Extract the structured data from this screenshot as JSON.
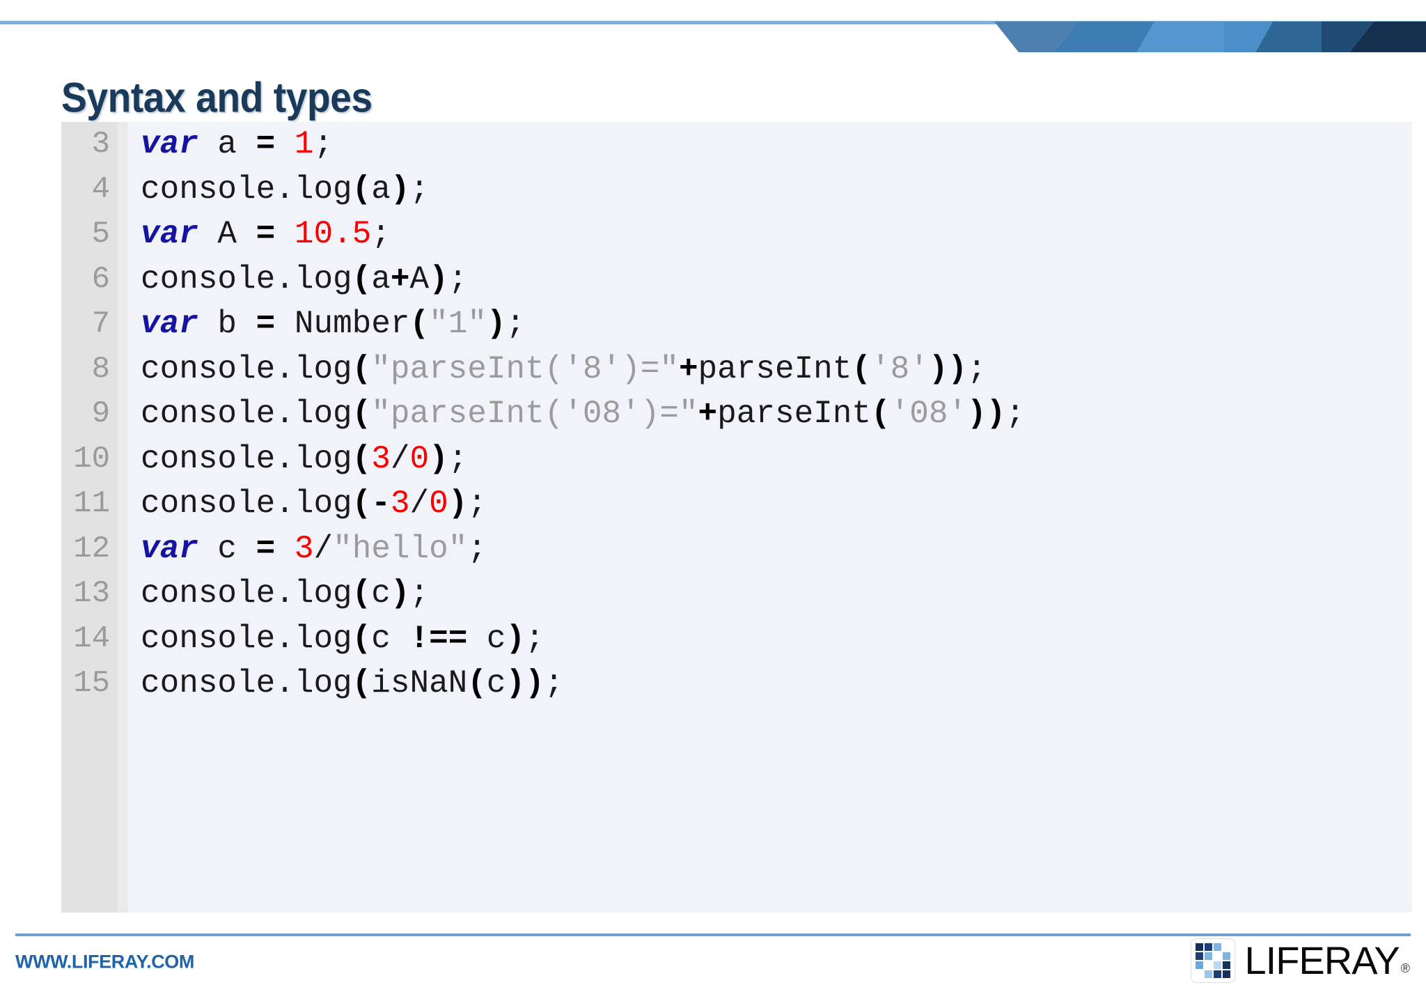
{
  "slide": {
    "title": "Syntax and types"
  },
  "decoration": {
    "top_rule_color": "#7eb0dd",
    "facets": [
      "#4d7fae",
      "#3f7cb4",
      "#5596d1",
      "#4a8fca",
      "#2e6795",
      "#1e4a73",
      "#15304e"
    ]
  },
  "code": {
    "background": "#f2f2fb",
    "gutter_background": "#e2e2e2",
    "keyword_color": "#1414a0",
    "number_color": "#fc0000",
    "string_color": "#9b9b9b",
    "operator_color": "#000000",
    "line_numbers": [
      "3",
      "4",
      "5",
      "6",
      "7",
      "8",
      "9",
      "10",
      "11",
      "12",
      "13",
      "14",
      "15"
    ],
    "lines": [
      {
        "number": "3",
        "text": "var a = 1;",
        "tokens": [
          {
            "t": "var",
            "k": "kw"
          },
          {
            "t": " a ",
            "k": "pl"
          },
          {
            "t": "=",
            "k": "op"
          },
          {
            "t": " ",
            "k": "pl"
          },
          {
            "t": "1",
            "k": "num"
          },
          {
            "t": ";",
            "k": "pl"
          }
        ]
      },
      {
        "number": "4",
        "text": "console.log(a);",
        "tokens": [
          {
            "t": "console.log",
            "k": "pl"
          },
          {
            "t": "(",
            "k": "op"
          },
          {
            "t": "a",
            "k": "pl"
          },
          {
            "t": ")",
            "k": "op"
          },
          {
            "t": ";",
            "k": "pl"
          }
        ]
      },
      {
        "number": "5",
        "text": "var A = 10.5;",
        "tokens": [
          {
            "t": "var",
            "k": "kw"
          },
          {
            "t": " A ",
            "k": "pl"
          },
          {
            "t": "=",
            "k": "op"
          },
          {
            "t": " ",
            "k": "pl"
          },
          {
            "t": "10.5",
            "k": "num"
          },
          {
            "t": ";",
            "k": "pl"
          }
        ]
      },
      {
        "number": "6",
        "text": "console.log(a+A);",
        "tokens": [
          {
            "t": "console.log",
            "k": "pl"
          },
          {
            "t": "(",
            "k": "op"
          },
          {
            "t": "a",
            "k": "pl"
          },
          {
            "t": "+",
            "k": "op"
          },
          {
            "t": "A",
            "k": "pl"
          },
          {
            "t": ")",
            "k": "op"
          },
          {
            "t": ";",
            "k": "pl"
          }
        ]
      },
      {
        "number": "7",
        "text": "var b = Number(\"1\");",
        "tokens": [
          {
            "t": "var",
            "k": "kw"
          },
          {
            "t": " b ",
            "k": "pl"
          },
          {
            "t": "=",
            "k": "op"
          },
          {
            "t": " Number",
            "k": "pl"
          },
          {
            "t": "(",
            "k": "op"
          },
          {
            "t": "\"1\"",
            "k": "str"
          },
          {
            "t": ")",
            "k": "op"
          },
          {
            "t": ";",
            "k": "pl"
          }
        ]
      },
      {
        "number": "8",
        "text": "console.log(\"parseInt('8')=\"+parseInt('8'));",
        "tokens": [
          {
            "t": "console.log",
            "k": "pl"
          },
          {
            "t": "(",
            "k": "op"
          },
          {
            "t": "\"parseInt('8')=\"",
            "k": "str"
          },
          {
            "t": "+",
            "k": "op"
          },
          {
            "t": "parseInt",
            "k": "pl"
          },
          {
            "t": "(",
            "k": "op"
          },
          {
            "t": "'8'",
            "k": "str"
          },
          {
            "t": "))",
            "k": "op"
          },
          {
            "t": ";",
            "k": "pl"
          }
        ]
      },
      {
        "number": "9",
        "text": "console.log(\"parseInt('08')=\"+parseInt('08'));",
        "tokens": [
          {
            "t": "console.log",
            "k": "pl"
          },
          {
            "t": "(",
            "k": "op"
          },
          {
            "t": "\"parseInt('08')=\"",
            "k": "str"
          },
          {
            "t": "+",
            "k": "op"
          },
          {
            "t": "parseInt",
            "k": "pl"
          },
          {
            "t": "(",
            "k": "op"
          },
          {
            "t": "'08'",
            "k": "str"
          },
          {
            "t": "))",
            "k": "op"
          },
          {
            "t": ";",
            "k": "pl"
          }
        ]
      },
      {
        "number": "10",
        "text": "console.log(3/0);",
        "tokens": [
          {
            "t": "console.log",
            "k": "pl"
          },
          {
            "t": "(",
            "k": "op"
          },
          {
            "t": "3",
            "k": "num"
          },
          {
            "t": "/",
            "k": "pl"
          },
          {
            "t": "0",
            "k": "num"
          },
          {
            "t": ")",
            "k": "op"
          },
          {
            "t": ";",
            "k": "pl"
          }
        ]
      },
      {
        "number": "11",
        "text": "console.log(-3/0);",
        "tokens": [
          {
            "t": "console.log",
            "k": "pl"
          },
          {
            "t": "(-",
            "k": "op"
          },
          {
            "t": "3",
            "k": "num"
          },
          {
            "t": "/",
            "k": "pl"
          },
          {
            "t": "0",
            "k": "num"
          },
          {
            "t": ")",
            "k": "op"
          },
          {
            "t": ";",
            "k": "pl"
          }
        ]
      },
      {
        "number": "12",
        "text": "var c = 3/\"hello\";",
        "tokens": [
          {
            "t": "var",
            "k": "kw"
          },
          {
            "t": " c ",
            "k": "pl"
          },
          {
            "t": "=",
            "k": "op"
          },
          {
            "t": " ",
            "k": "pl"
          },
          {
            "t": "3",
            "k": "num"
          },
          {
            "t": "/",
            "k": "pl"
          },
          {
            "t": "\"hello\"",
            "k": "str"
          },
          {
            "t": ";",
            "k": "pl"
          }
        ]
      },
      {
        "number": "13",
        "text": "console.log(c);",
        "tokens": [
          {
            "t": "console.log",
            "k": "pl"
          },
          {
            "t": "(",
            "k": "op"
          },
          {
            "t": "c",
            "k": "pl"
          },
          {
            "t": ")",
            "k": "op"
          },
          {
            "t": ";",
            "k": "pl"
          }
        ]
      },
      {
        "number": "14",
        "text": "console.log(c !== c);",
        "tokens": [
          {
            "t": "console.log",
            "k": "pl"
          },
          {
            "t": "(",
            "k": "op"
          },
          {
            "t": "c ",
            "k": "pl"
          },
          {
            "t": "!==",
            "k": "op"
          },
          {
            "t": " c",
            "k": "pl"
          },
          {
            "t": ")",
            "k": "op"
          },
          {
            "t": ";",
            "k": "pl"
          }
        ]
      },
      {
        "number": "15",
        "text": "console.log(isNaN(c));",
        "tokens": [
          {
            "t": "console.log",
            "k": "pl"
          },
          {
            "t": "(",
            "k": "op"
          },
          {
            "t": "isNaN",
            "k": "pl"
          },
          {
            "t": "(",
            "k": "op"
          },
          {
            "t": "c",
            "k": "pl"
          },
          {
            "t": "))",
            "k": "op"
          },
          {
            "t": ";",
            "k": "pl"
          }
        ]
      }
    ]
  },
  "footer": {
    "url": "WWW.LIFERAY.COM",
    "url_color": "#1f63a8",
    "rule_color": "#6f9fcd",
    "logo_word": "LIFERAY",
    "logo_registered": "®",
    "logo_cells": [
      "#17305c",
      "#1d3f78",
      "#7fb4e2",
      "#ffffff",
      "#1d3f78",
      "#7fb4e2",
      "#ffffff",
      "#7fb4e2",
      "#6aa8de",
      "#ffffff",
      "#bcd9f2",
      "#17305c",
      "#ffffff",
      "#9cc6ea",
      "#1d3f78",
      "#17305c"
    ]
  }
}
